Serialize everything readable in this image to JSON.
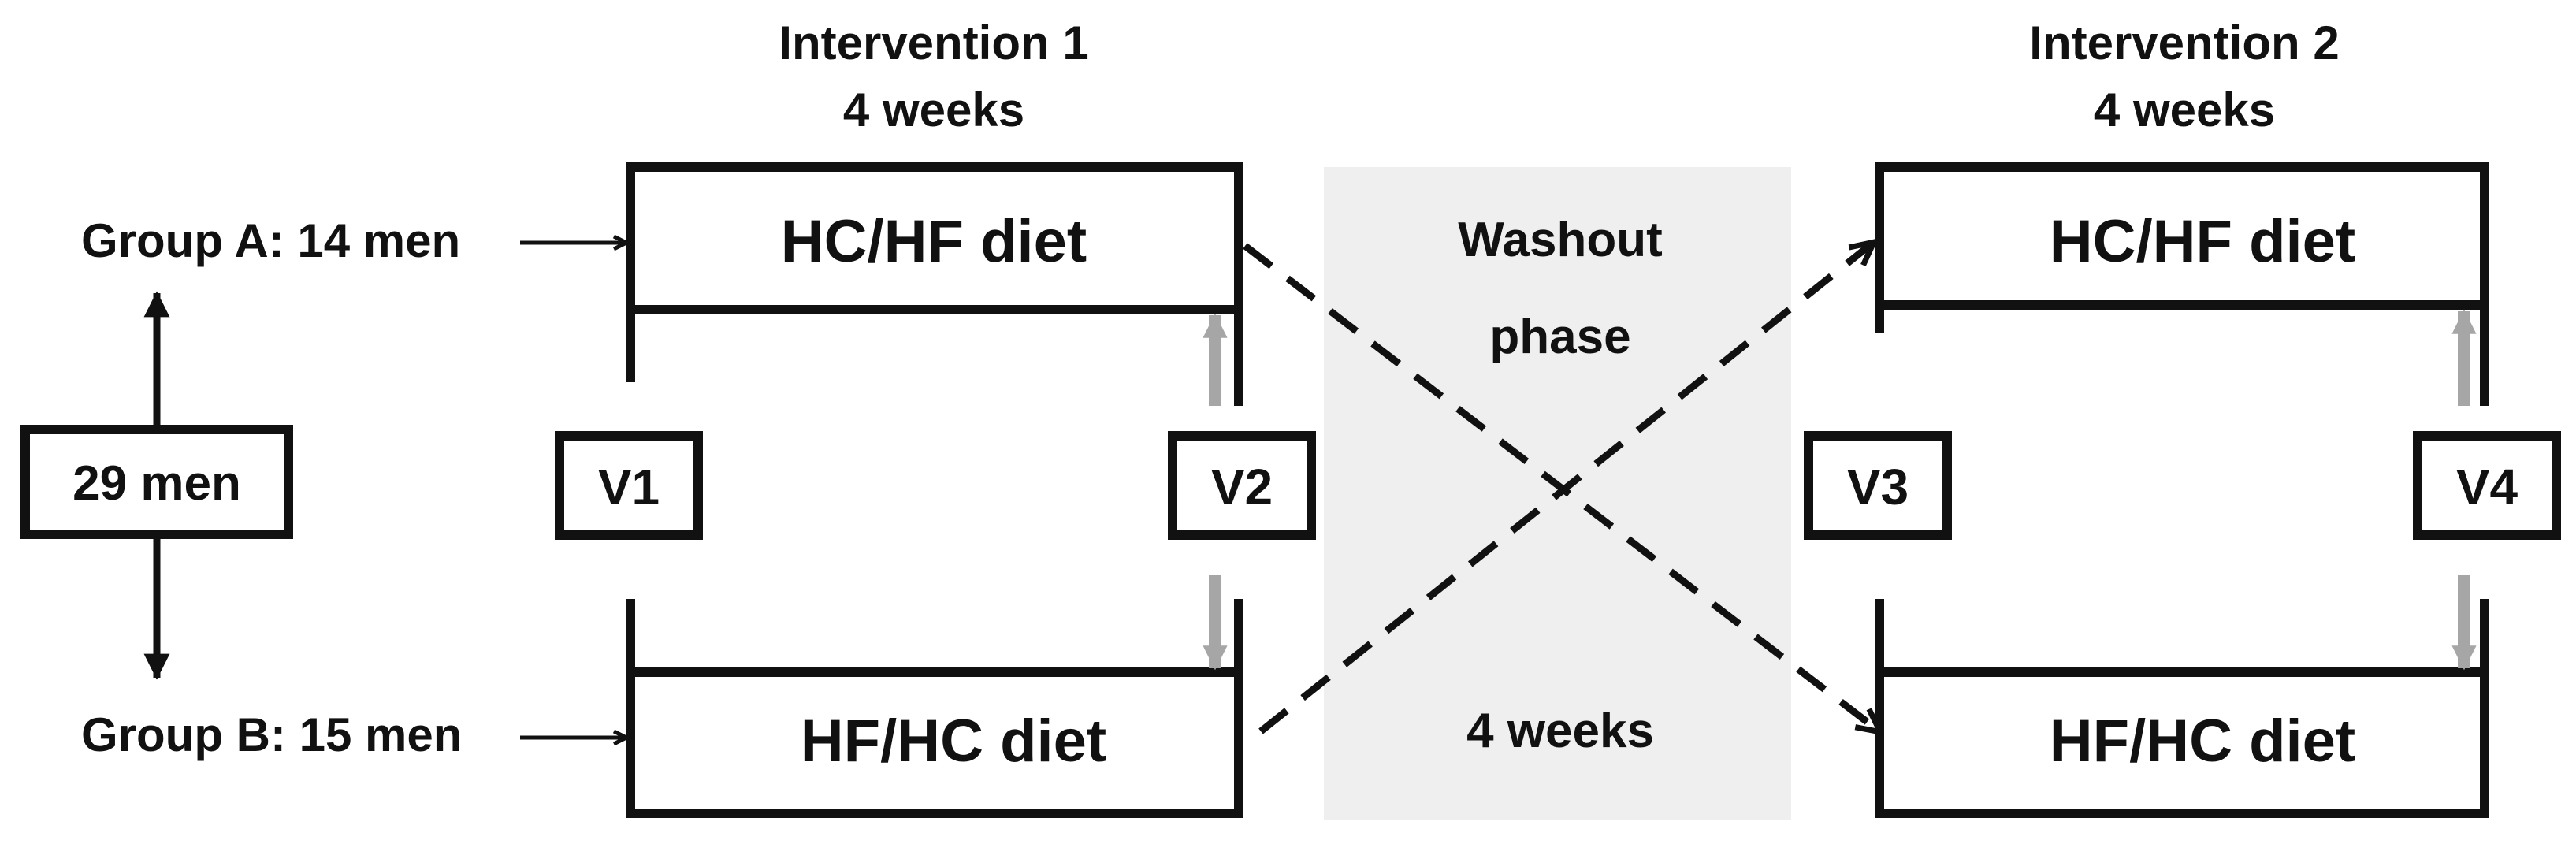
{
  "interventions": [
    {
      "title": "Intervention 1",
      "duration": "4 weeks"
    },
    {
      "title": "Intervention 2",
      "duration": "4 weeks"
    }
  ],
  "groups": [
    {
      "label": "Group A: 14 men"
    },
    {
      "label": "Group B: 15 men"
    }
  ],
  "total": "29 men",
  "diets": {
    "hc_hf": "HC/HF diet",
    "hf_hc": "HF/HC diet"
  },
  "visits": [
    "V1",
    "V2",
    "V3",
    "V4"
  ],
  "washout": {
    "line1": "Washout",
    "line2": "phase",
    "duration": "4 weeks"
  },
  "colors": {
    "stroke": "#111111",
    "visit_arrow": "#a6a6a6",
    "washout_bg": "#efefef"
  }
}
